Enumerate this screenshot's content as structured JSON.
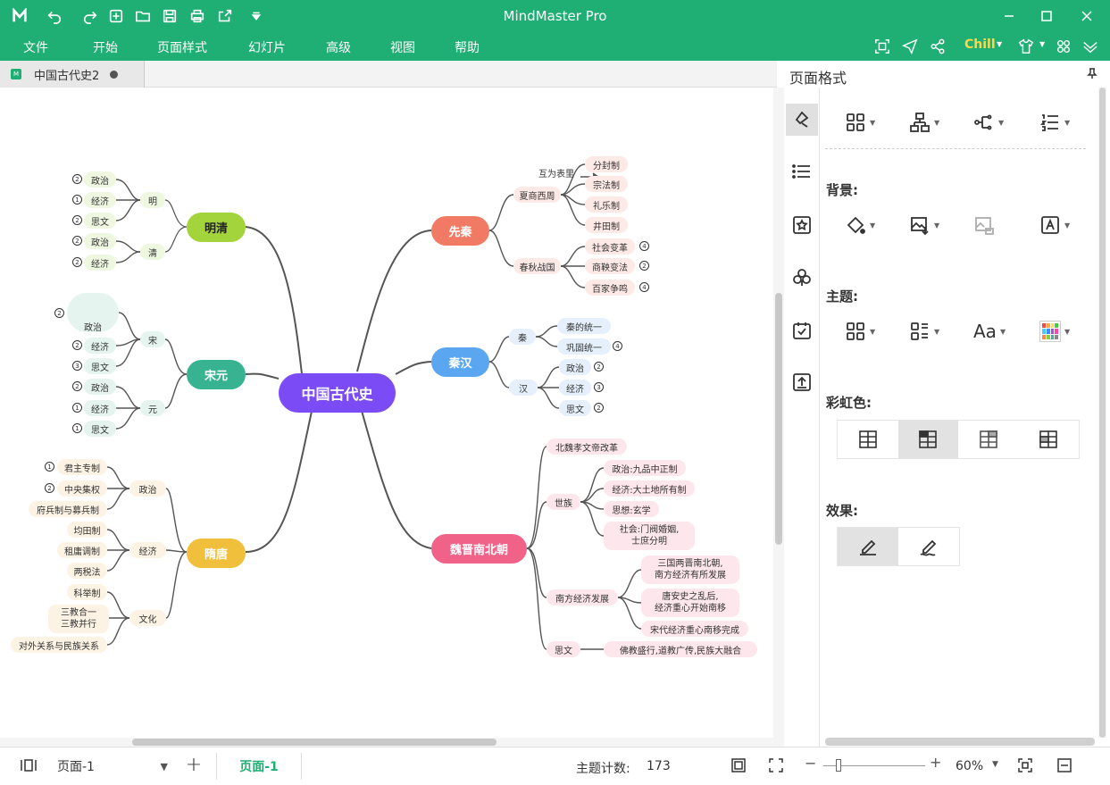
{
  "app": {
    "title": "MindMaster Pro",
    "user": "Chill"
  },
  "menu": [
    "文件",
    "开始",
    "页面样式",
    "幻灯片",
    "高级",
    "视图",
    "帮助"
  ],
  "doc_tab": {
    "name": "中国古代史2"
  },
  "panel": {
    "title": "页面格式",
    "background": "背景:",
    "theme": "主题:",
    "rainbow": "彩虹色:",
    "effect": "效果:"
  },
  "status": {
    "page_select": "页面-1",
    "page_tab": "页面-1",
    "topic_count_label": "主题计数:",
    "topic_count": "173",
    "zoom": "60%"
  },
  "mindmap": {
    "center": "中国古代史",
    "mingqing": {
      "label": "明清",
      "ming": "明",
      "qing": "清",
      "ming_items": [
        "政治",
        "经济",
        "思文"
      ],
      "qing_items": [
        "政治",
        "经济"
      ]
    },
    "songyuan": {
      "label": "宋元",
      "song": "宋",
      "yuan": "元",
      "song_items": [
        "政治",
        "经济",
        "思文"
      ],
      "yuan_items": [
        "政治",
        "经济",
        "思文"
      ]
    },
    "suitang": {
      "label": "隋唐",
      "zhengzhi": "政治",
      "jingji": "经济",
      "wenhua": "文化",
      "zhengzhi_items": [
        "君主专制",
        "中央集权",
        "府兵制与募兵制"
      ],
      "jingji_items": [
        "均田制",
        "租庸调制",
        "两税法"
      ],
      "wenhua_items": [
        "科举制",
        "三教合一\n三教并行",
        "对外关系与民族关系"
      ]
    },
    "xianqin": {
      "label": "先秦",
      "note": "互为表里",
      "xsz": "夏商西周",
      "cq": "春秋战国",
      "xsz_items": [
        "分封制",
        "宗法制",
        "礼乐制",
        "井田制"
      ],
      "cq_items": [
        "社会变革",
        "商鞅变法",
        "百家争鸣"
      ]
    },
    "qinhan": {
      "label": "秦汉",
      "qin": "秦",
      "han": "汉",
      "qin_items": [
        "秦的统一",
        "巩固统一"
      ],
      "han_items": [
        "政治",
        "经济",
        "思文"
      ]
    },
    "weijin": {
      "label": "魏晋南北朝",
      "top": "北魏孝文帝改革",
      "shizu": "世族",
      "nanfang": "南方经济发展",
      "sixiang": "思文",
      "shizu_items": [
        "政治:九品中正制",
        "经济:大土地所有制",
        "思想:玄学",
        "社会:门阀婚姻,\n士庶分明"
      ],
      "nanfang_items": [
        "三国两晋南北朝,\n南方经济有所发展",
        "唐安史之乱后,\n经济重心开始南移",
        "宋代经济重心南移完成"
      ],
      "sixiang_items": [
        "佛教盛行,道教广传,民族大融合"
      ]
    }
  },
  "colors": {
    "brand": "#1fae73",
    "center": "#7b4cf5",
    "mingqing": "#a4d43c",
    "songyuan": "#38b391",
    "suitang": "#f0c03c",
    "xianqin": "#f07a63",
    "qinhan": "#5aa6f0",
    "weijin": "#f06288"
  }
}
